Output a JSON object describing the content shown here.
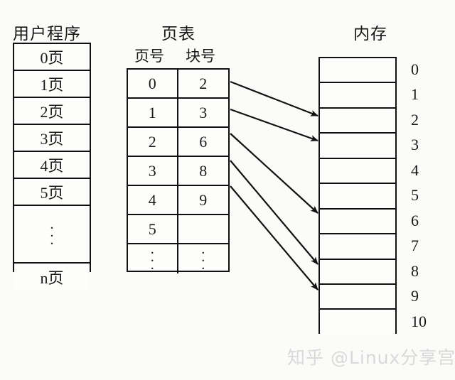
{
  "diagram": {
    "titles": {
      "user_program": "用户程序",
      "page_table": "页表",
      "memory": "内存"
    },
    "page_table_headers": {
      "page_number": "页号",
      "block_number": "块号"
    },
    "user_program_rows": [
      {
        "label": "0页"
      },
      {
        "label": "1页"
      },
      {
        "label": "2页"
      },
      {
        "label": "3页"
      },
      {
        "label": "4页"
      },
      {
        "label": "5页"
      },
      {
        "label": "⋮"
      },
      {
        "label": "n页"
      }
    ],
    "page_table_rows": [
      {
        "page": "0",
        "block": "2"
      },
      {
        "page": "1",
        "block": "3"
      },
      {
        "page": "2",
        "block": "6"
      },
      {
        "page": "3",
        "block": "8"
      },
      {
        "page": "4",
        "block": "9"
      },
      {
        "page": "5",
        "block": ""
      },
      {
        "page": "⋮",
        "block": "⋮"
      }
    ],
    "memory_rows": [
      {
        "index": "0"
      },
      {
        "index": "1"
      },
      {
        "index": "2"
      },
      {
        "index": "3"
      },
      {
        "index": "4"
      },
      {
        "index": "5"
      },
      {
        "index": "6"
      },
      {
        "index": "7"
      },
      {
        "index": "8"
      },
      {
        "index": "9"
      },
      {
        "index": "10"
      }
    ],
    "mappings": [
      {
        "from_page": "0",
        "to_block": "2"
      },
      {
        "from_page": "1",
        "to_block": "3"
      },
      {
        "from_page": "2",
        "to_block": "6"
      },
      {
        "from_page": "3",
        "to_block": "8"
      },
      {
        "from_page": "4",
        "to_block": "9"
      }
    ],
    "colors": {
      "line": "#111111",
      "background": "#fbfbf9",
      "text": "#1a1a1a",
      "watermark": "#d9d9d9"
    },
    "watermark": "知乎 @Linux分享宫"
  }
}
